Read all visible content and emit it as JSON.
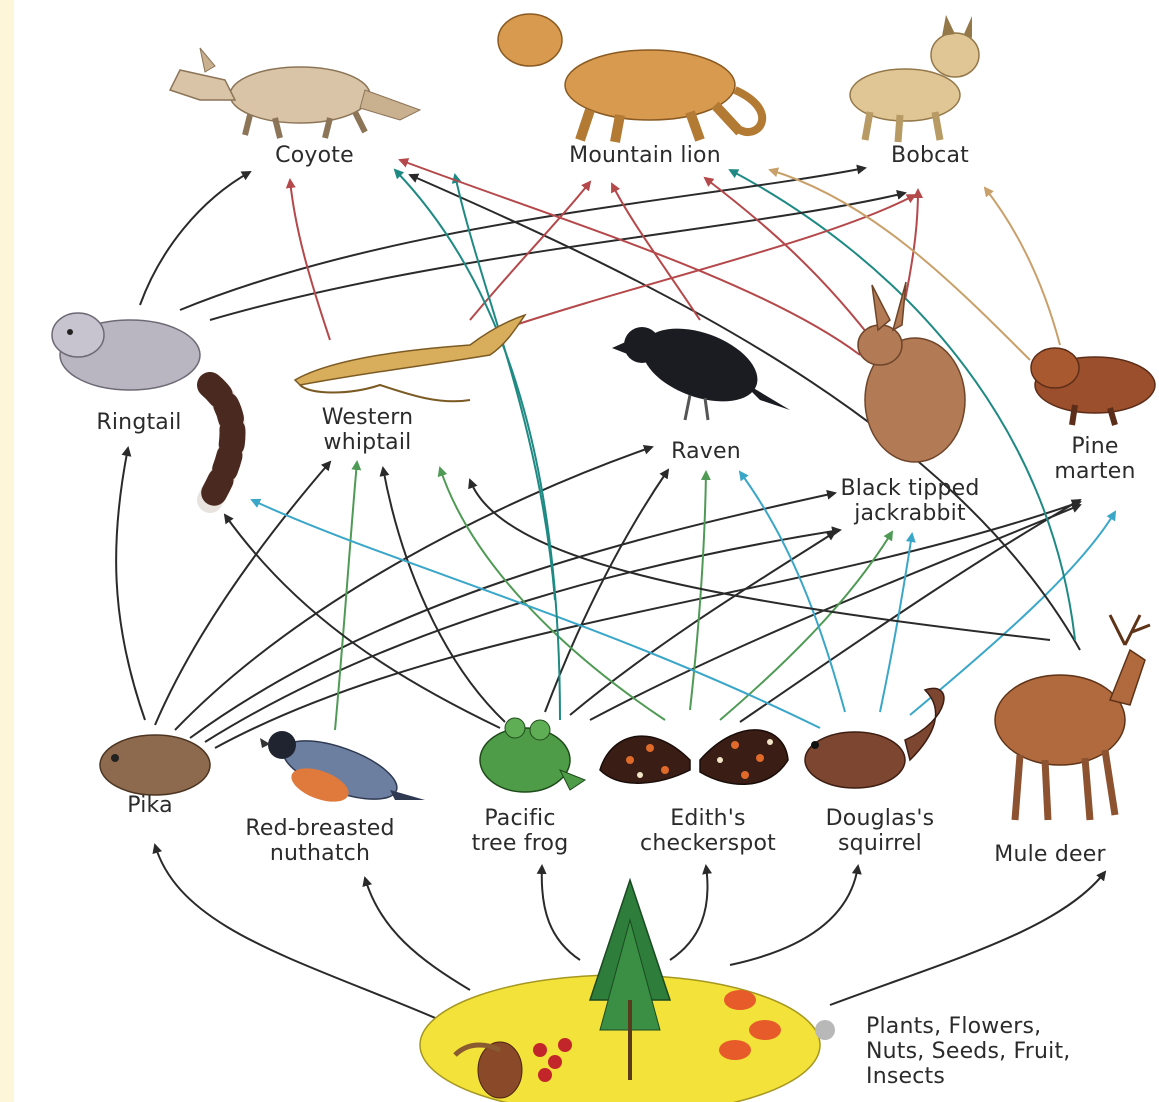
{
  "labels": {
    "coyote": "Coyote",
    "mountain_lion": "Mountain lion",
    "bobcat": "Bobcat",
    "ringtail": "Ringtail",
    "western_whiptail": [
      "Western",
      "whiptail"
    ],
    "raven": "Raven",
    "jackrabbit": [
      "Black tipped",
      "jackrabbit"
    ],
    "pine_marten": [
      "Pine",
      "marten"
    ],
    "pika": "Pika",
    "nuthatch": [
      "Red-breasted",
      "nuthatch"
    ],
    "tree_frog": [
      "Pacific",
      "tree frog"
    ],
    "checkerspot": [
      "Edith's",
      "checkerspot"
    ],
    "squirrel": [
      "Douglas's",
      "squirrel"
    ],
    "mule_deer": "Mule deer",
    "producers": [
      "Plants, Flowers,",
      "Nuts, Seeds, Fruit,",
      "Insects"
    ]
  },
  "colors": {
    "background": "#fdf6d8",
    "panel": "#ffffff",
    "arrow_black": "#2a2a2a",
    "arrow_red": "#b5484a",
    "arrow_teal": "#1f8a84",
    "arrow_green": "#4f9a54",
    "arrow_cyan": "#3aa7c9",
    "arrow_tan": "#c9a06a",
    "ground": "#f3e23a"
  },
  "icons": {
    "coyote": "coyote-illustration",
    "mountain_lion": "mountain-lion-illustration",
    "bobcat": "bobcat-illustration",
    "ringtail": "ringtail-illustration",
    "western_whiptail": "lizard-illustration",
    "raven": "raven-illustration",
    "jackrabbit": "jackrabbit-illustration",
    "pine_marten": "pine-marten-illustration",
    "pika": "pika-illustration",
    "nuthatch": "nuthatch-illustration",
    "tree_frog": "frog-illustration",
    "checkerspot": "butterfly-illustration",
    "squirrel": "squirrel-illustration",
    "mule_deer": "deer-illustration",
    "producers": "plants-illustration"
  }
}
